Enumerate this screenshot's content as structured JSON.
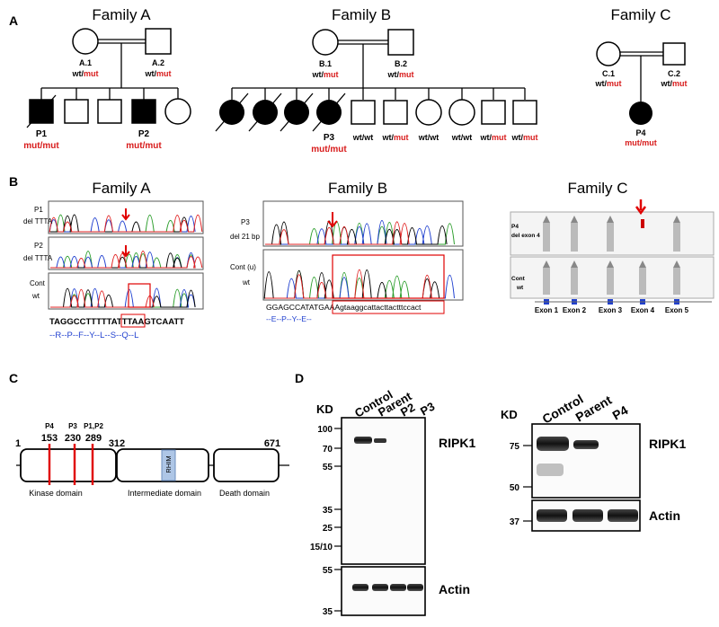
{
  "panels": {
    "A": "A",
    "B": "B",
    "C": "C",
    "D": "D"
  },
  "colors": {
    "mutation": "#d81b1b",
    "dna_blue": "#1f3fcf",
    "panel_bg": "#ffffff"
  },
  "famA": {
    "title": "Family A",
    "parent1": {
      "id": "A.1",
      "g1": "wt/",
      "g2": "mut"
    },
    "parent2": {
      "id": "A.2",
      "g1": "wt/",
      "g2": "mut"
    },
    "p1": {
      "id": "P1",
      "g": "mut/mut"
    },
    "p2": {
      "id": "P2",
      "g": "mut/mut"
    }
  },
  "famB": {
    "title": "Family B",
    "parent1": {
      "id": "B.1",
      "g1": "wt/",
      "g2": "mut"
    },
    "parent2": {
      "id": "B.2",
      "g1": "wt/",
      "g2": "mut"
    },
    "p3": {
      "id": "P3",
      "g": "mut/mut"
    },
    "sibs": [
      {
        "g1": "wt/",
        "g2": "wt",
        "c": false
      },
      {
        "g1": "wt/",
        "g2": "mut",
        "c": true
      },
      {
        "g1": "wt/",
        "g2": "wt",
        "c": false
      },
      {
        "g1": "wt/",
        "g2": "wt",
        "c": false
      },
      {
        "g1": "wt/",
        "g2": "mut",
        "c": true
      },
      {
        "g1": "wt/",
        "g2": "mut",
        "c": true
      }
    ]
  },
  "famC": {
    "title": "Family C",
    "parent1": {
      "id": "C.1",
      "g1": "wt/",
      "g2": "mut"
    },
    "parent2": {
      "id": "C.2",
      "g1": "wt/",
      "g2": "mut"
    },
    "p4": {
      "id": "P4",
      "g": "mut/mut"
    }
  },
  "seqA": {
    "title": "Family A",
    "tracks": [
      {
        "name": "P1",
        "desc": "del TTTA"
      },
      {
        "name": "P2",
        "desc": "del TTTA"
      },
      {
        "name": "Cont",
        "desc": "wt"
      }
    ],
    "dna": "TAGGCCTTTTTATTTAAGTCAATT",
    "aa": "--R--P--F--Y--L--S--Q--L"
  },
  "seqB": {
    "title": "Family B",
    "tracks": [
      {
        "name": "P3",
        "desc": "del 21 bp"
      },
      {
        "name": "Cont (u)",
        "desc": "wt"
      }
    ],
    "dna": "GGAGCCATATGAAAgtaaggcattacttactttccact",
    "aa": "--E--P--Y--E--"
  },
  "seqC": {
    "title": "Family C",
    "tracks": [
      {
        "name": "P4",
        "desc": "del exon 4"
      },
      {
        "name": "Cont",
        "desc": "wt"
      }
    ],
    "exons": [
      "Exon 1",
      "Exon 2",
      "Exon 3",
      "Exon 4",
      "Exon 5"
    ]
  },
  "domains": {
    "start": "1",
    "mid": "312",
    "end": "671",
    "kinase": "Kinase domain",
    "intermediate": "Intermediate domain",
    "death": "Death domain",
    "rhim": "RHIM",
    "sites": [
      {
        "label": "P4",
        "pos": "153"
      },
      {
        "label": "P3",
        "pos": "230"
      },
      {
        "label": "P1,P2",
        "pos": "289"
      }
    ]
  },
  "blotLeft": {
    "kd": "KD",
    "lanes": [
      "Control",
      "Parent",
      "P2",
      "P3"
    ],
    "markers": [
      "100",
      "70",
      "55",
      "35",
      "25",
      "15/10"
    ],
    "actin_markers": [
      "55",
      "35"
    ],
    "target": "RIPK1",
    "loading": "Actin"
  },
  "blotRight": {
    "kd": "KD",
    "lanes": [
      "Control",
      "Parent",
      "P4"
    ],
    "markers": [
      "75",
      "50"
    ],
    "actin_markers": [
      "37"
    ],
    "target": "RIPK1",
    "loading": "Actin"
  }
}
